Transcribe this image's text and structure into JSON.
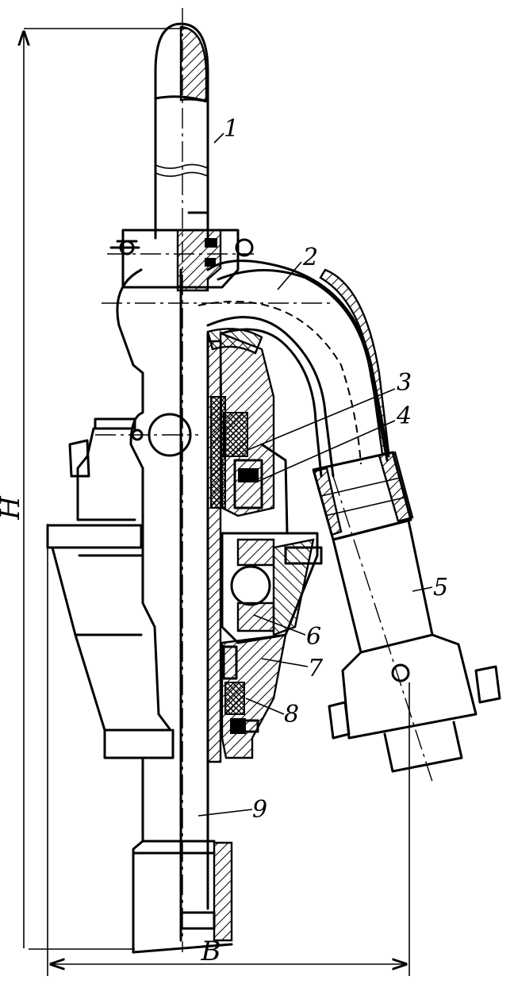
{
  "dimensions": {
    "height_label": "H",
    "width_label": "B"
  },
  "callouts": [
    {
      "id": "1",
      "text": "1"
    },
    {
      "id": "2",
      "text": "2"
    },
    {
      "id": "3",
      "text": "3"
    },
    {
      "id": "4",
      "text": "4"
    },
    {
      "id": "5",
      "text": "5"
    },
    {
      "id": "6",
      "text": "6"
    },
    {
      "id": "7",
      "text": "7"
    },
    {
      "id": "8",
      "text": "8"
    },
    {
      "id": "9",
      "text": "9"
    }
  ]
}
